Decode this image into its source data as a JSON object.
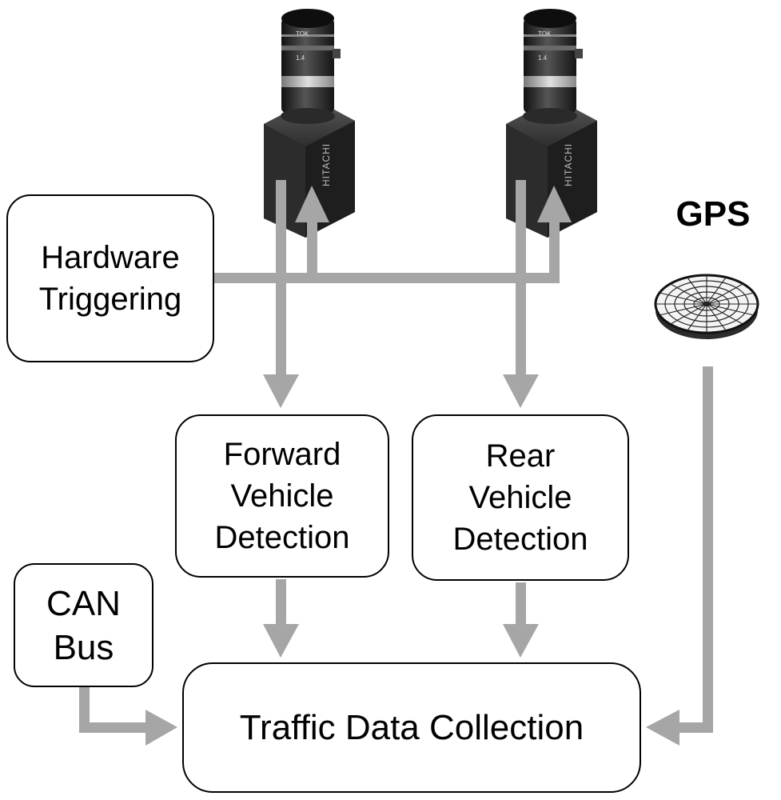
{
  "nodes": {
    "hardware_triggering": {
      "lines": [
        "Hardware",
        "Triggering"
      ]
    },
    "forward_detection": {
      "lines": [
        "Forward",
        "Vehicle",
        "Detection"
      ]
    },
    "rear_detection": {
      "lines": [
        "Rear",
        "Vehicle",
        "Detection"
      ]
    },
    "can_bus": {
      "lines": [
        "CAN",
        "Bus"
      ]
    },
    "traffic_data_collection": {
      "label": "Traffic Data Collection"
    },
    "gps": {
      "label": "GPS",
      "icon": "gps-antenna-icon"
    },
    "camera_front": {
      "icon": "camera-icon",
      "brand": "HITACHI"
    },
    "camera_rear": {
      "icon": "camera-icon",
      "brand": "HITACHI"
    }
  },
  "edges": [
    {
      "from": "hardware_triggering",
      "to": "camera_front"
    },
    {
      "from": "hardware_triggering",
      "to": "camera_rear"
    },
    {
      "from": "camera_front",
      "to": "forward_detection"
    },
    {
      "from": "camera_rear",
      "to": "rear_detection"
    },
    {
      "from": "forward_detection",
      "to": "traffic_data_collection"
    },
    {
      "from": "rear_detection",
      "to": "traffic_data_collection"
    },
    {
      "from": "can_bus",
      "to": "traffic_data_collection"
    },
    {
      "from": "gps",
      "to": "traffic_data_collection"
    }
  ],
  "colors": {
    "arrow": "#a6a6a6",
    "box_border": "#000000",
    "camera_body": "#2a2a2a"
  }
}
